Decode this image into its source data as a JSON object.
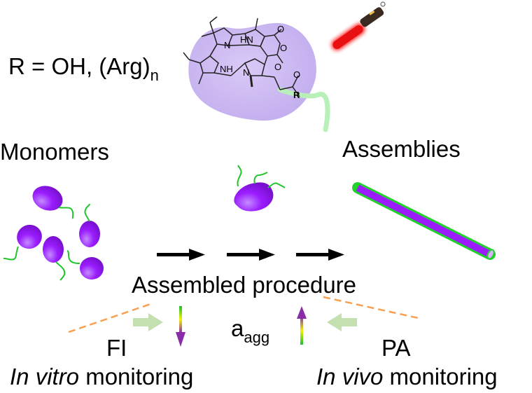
{
  "figure": {
    "r_group": {
      "prefix": "R = OH, (Arg)",
      "subscript": "n"
    },
    "molecule": {
      "atom_labels": [
        "N",
        "HN",
        "NH",
        "N",
        "O",
        "O",
        "O",
        "O",
        "R"
      ],
      "highlight_color": "#cbb8f0",
      "tail_color": "#b9f0b9"
    },
    "laser_icon": "red-laser-pointer",
    "monomers_label": "Monomers",
    "assemblies_label": "Assemblies",
    "procedure_label": "Assembled procedure",
    "fi": {
      "label": "FI",
      "monitoring_italic": "In vitro",
      "monitoring_rest": " monitoring"
    },
    "pa": {
      "label": "PA",
      "monitoring_italic": "In vivo",
      "monitoring_rest": " monitoring"
    },
    "a_agg": {
      "main": "a",
      "subscript": "agg"
    },
    "colors": {
      "particle": "#9b1dff",
      "tail": "#22c42b",
      "dashed_line": "#f7a050",
      "block_arrow": "#c5e0b0",
      "laser_red": "#e81010",
      "gradient_green": "#19c02b",
      "gradient_yellow": "#f2f20a",
      "gradient_purple": "#8a2ba8"
    }
  }
}
